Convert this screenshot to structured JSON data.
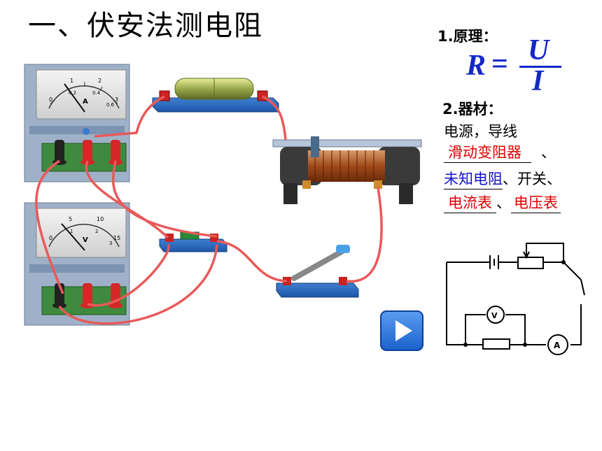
{
  "title": "一、伏安法测电阻",
  "principle": {
    "heading": "1.原理：",
    "formula": {
      "lhs": "R",
      "equals": "=",
      "numerator": "U",
      "denominator": "I"
    }
  },
  "equipment": {
    "heading": "2.器材：",
    "line1": "电源，导线",
    "rheostat": "滑动变阻器",
    "sep1": "、",
    "unknown_resistor": "未知电阻",
    "switch": "、开关、",
    "ammeter": "电流表",
    "sep2": "、",
    "voltmeter": "电压表"
  },
  "apparatus": {
    "ammeter_scale": [
      "0",
      "1",
      "2",
      "3",
      "0.2",
      "0.4",
      "0.6"
    ],
    "ammeter_unit": "A",
    "voltmeter_scale": [
      "0",
      "5",
      "10",
      "15",
      "1",
      "2",
      "3"
    ],
    "voltmeter_unit": "V"
  },
  "schematic": {
    "voltmeter_symbol": "V",
    "ammeter_symbol": "A"
  },
  "colors": {
    "wire": "#e85a5a",
    "formula_blue": "#1428c8",
    "highlight_red": "#e00000",
    "unknown_blue": "#1414c8"
  },
  "icons": {
    "play": "play-icon"
  }
}
